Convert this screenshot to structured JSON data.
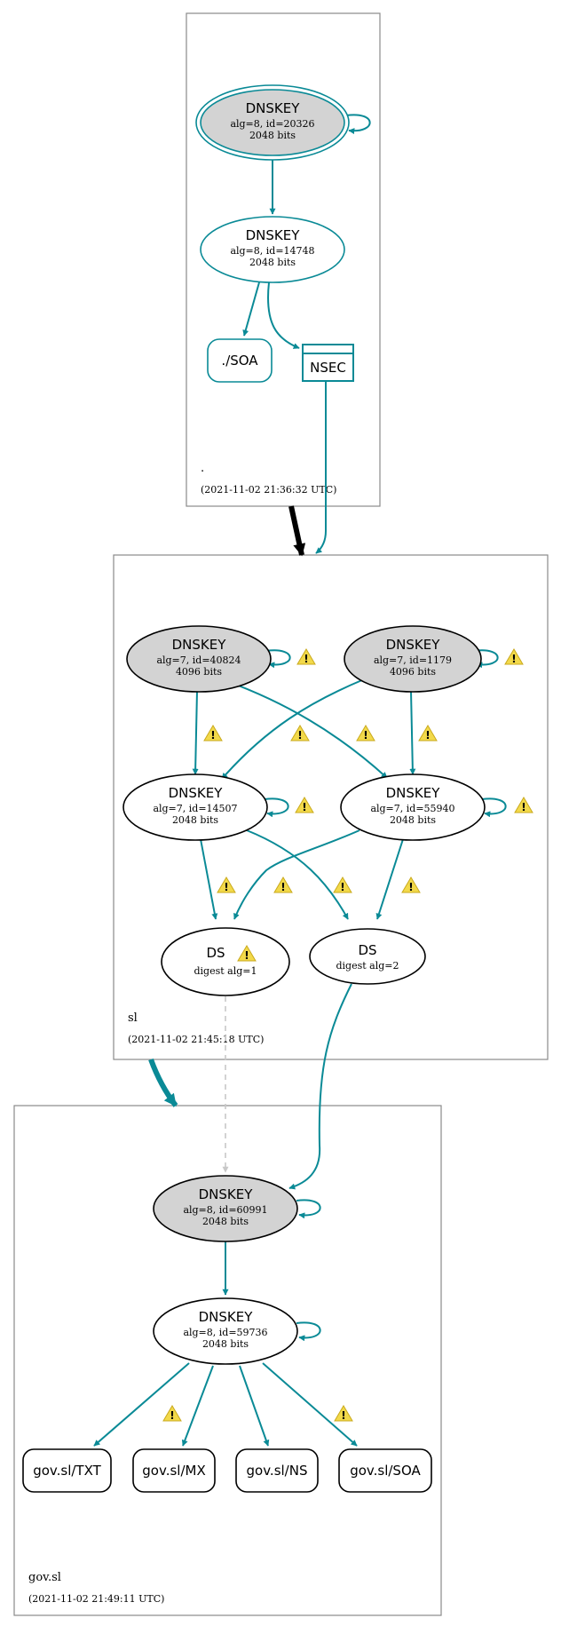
{
  "zones": {
    "root": {
      "name": ".",
      "timestamp": "(2021-11-02 21:36:32 UTC)"
    },
    "sl": {
      "name": "sl",
      "timestamp": "(2021-11-02 21:45:18 UTC)"
    },
    "gov_sl": {
      "name": "gov.sl",
      "timestamp": "(2021-11-02 21:49:11 UTC)"
    }
  },
  "nodes": {
    "root_ksk": {
      "title": "DNSKEY",
      "line1": "alg=8, id=20326",
      "line2": "2048 bits"
    },
    "root_zsk": {
      "title": "DNSKEY",
      "line1": "alg=8, id=14748",
      "line2": "2048 bits"
    },
    "root_soa": {
      "label": "./SOA"
    },
    "root_nsec": {
      "label": "NSEC"
    },
    "sl_ksk1": {
      "title": "DNSKEY",
      "line1": "alg=7, id=40824",
      "line2": "4096 bits"
    },
    "sl_ksk2": {
      "title": "DNSKEY",
      "line1": "alg=7, id=1179",
      "line2": "4096 bits"
    },
    "sl_zsk1": {
      "title": "DNSKEY",
      "line1": "alg=7, id=14507",
      "line2": "2048 bits"
    },
    "sl_zsk2": {
      "title": "DNSKEY",
      "line1": "alg=7, id=55940",
      "line2": "2048 bits"
    },
    "sl_ds1": {
      "title": "DS",
      "line1": "digest alg=1"
    },
    "sl_ds2": {
      "title": "DS",
      "line1": "digest alg=2"
    },
    "gov_ksk": {
      "title": "DNSKEY",
      "line1": "alg=8, id=60991",
      "line2": "2048 bits"
    },
    "gov_zsk": {
      "title": "DNSKEY",
      "line1": "alg=8, id=59736",
      "line2": "2048 bits"
    },
    "gov_txt": {
      "label": "gov.sl/TXT"
    },
    "gov_mx": {
      "label": "gov.sl/MX"
    },
    "gov_ns": {
      "label": "gov.sl/NS"
    },
    "gov_soa": {
      "label": "gov.sl/SOA"
    }
  },
  "colors": {
    "secure": "#0a8a96",
    "insecure_delegation": "#000000",
    "secure_delegation": "#0a8a96",
    "indeterminate": "#c8c8c8",
    "ksk_fill": "#d3d3d3",
    "warning": "#f2d94a"
  },
  "warning_icon": "warning-triangle-icon"
}
